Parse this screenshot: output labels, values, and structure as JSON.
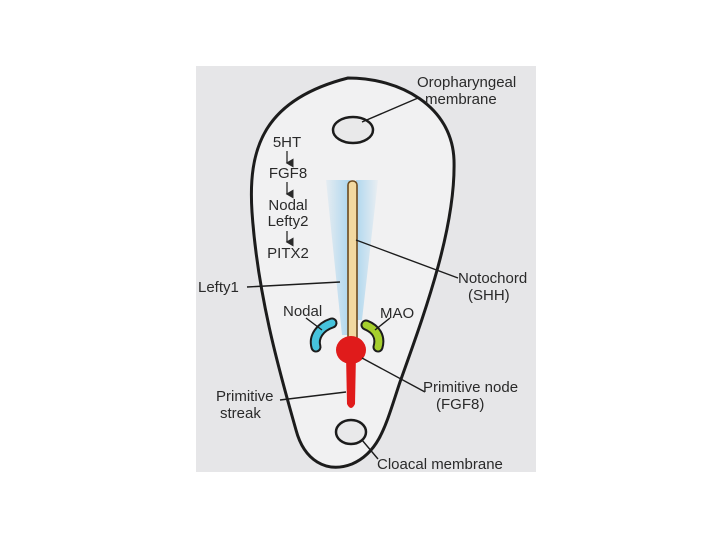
{
  "labels": {
    "oropharyngeal": [
      "Oropharyngeal",
      "membrane"
    ],
    "cascade": [
      "5HT",
      "FGF8",
      "Nodal",
      "Lefty2",
      "PITX2"
    ],
    "lefty1": "Lefty1",
    "notochord": [
      "Notochord",
      "(SHH)"
    ],
    "nodal": "Nodal",
    "mao": "MAO",
    "primitive_node": [
      "Primitive node",
      "(FGF8)"
    ],
    "primitive_streak": [
      "Primitive",
      "streak"
    ],
    "cloacal": "Cloacal membrane"
  },
  "colors": {
    "outline": "#1c1c1c",
    "embryo_fill": "#f1f1f2",
    "photo_background": "#e6e6e8",
    "notochord": "#f2d9a0",
    "node_and_streak": "#e01b1b",
    "lefty_band": "#a8d4ee",
    "nodal_crescent": "#46c3dc",
    "mao_crescent": "#a6cf2d"
  }
}
